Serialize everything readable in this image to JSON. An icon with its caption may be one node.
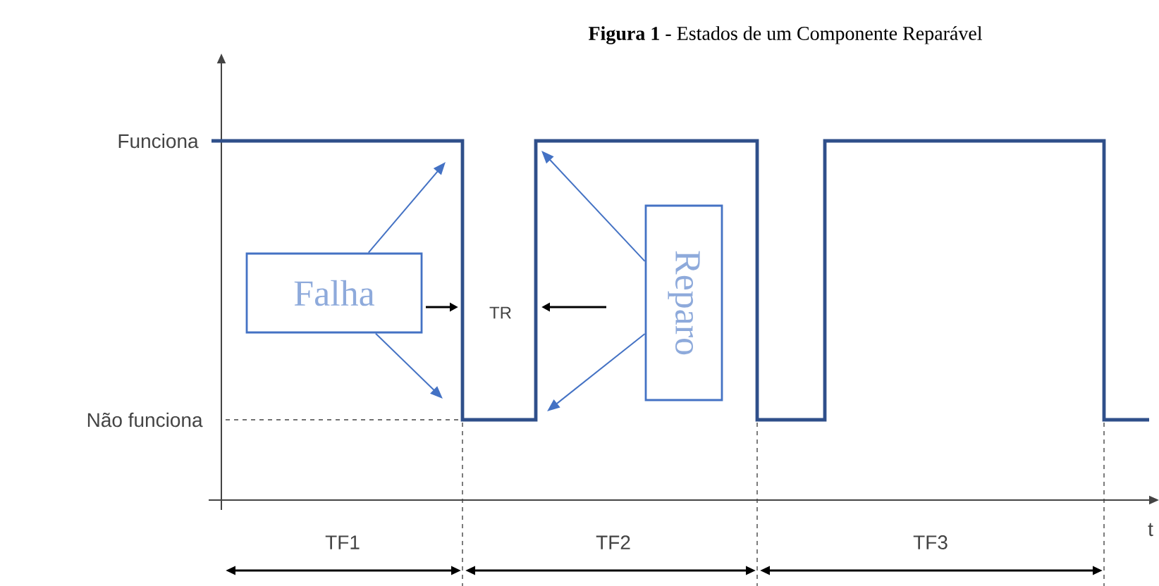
{
  "diagram": {
    "title": "**Figura 1** - Estados de um Componente Reparável",
    "nodes": [
      {
        "text": [
          "Falha"
        ]
      },
      {
        "text": [
          "Reparo"
        ]
      }
    ],
    "edges": [
      {
        "from": 0,
        "to": null,
        "arrow": "to"
      },
      {
        "from": 0,
        "to": null,
        "arrow": "to"
      },
      {
        "from": 1,
        "to": null,
        "arrow": "to"
      },
      {
        "from": 1,
        "to": null,
        "arrow": "to"
      }
    ],
    "labels": [
      "Funciona",
      "Não funciona",
      "TR",
      "TF1",
      "TF2",
      "TF3",
      "t"
    ]
  }
}
